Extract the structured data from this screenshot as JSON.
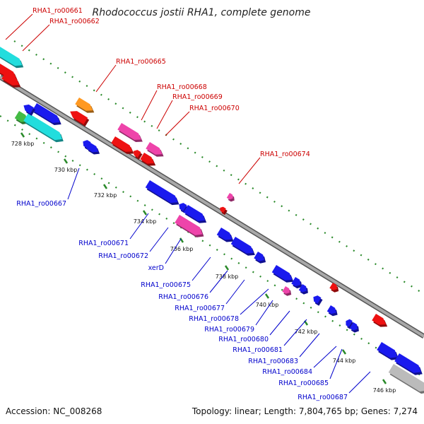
{
  "title": "Rhodococcus jostii RHA1, complete genome",
  "footer": {
    "accession": "Accession: NC_008268",
    "summary": "Topology: linear; Length: 7,804,765 bp; Genes: 7,274"
  },
  "colors": {
    "backbone": "#8c8c8c",
    "tick_dots": "#2a8a2a",
    "top_label": "#cc0000",
    "bottom_label": "#0000cc",
    "red": "#ee1111",
    "blue": "#1a1aee",
    "cyan": "#22dddd",
    "magenta": "#ee44aa",
    "orange": "#ff9922",
    "green": "#44bb44",
    "grey": "#bbbbbb"
  },
  "ticks": [
    "728 kbp",
    "730 kbp",
    "732 kbp",
    "734 kbp",
    "736 kbp",
    "738 kbp",
    "740 kbp",
    "742 kbp",
    "744 kbp",
    "746 kbp"
  ],
  "top_labels": [
    "RHA1_ro00661",
    "RHA1_ro00662",
    "RHA1_ro00665",
    "RHA1_ro00668",
    "RHA1_ro00669",
    "RHA1_ro00670",
    "RHA1_ro00674"
  ],
  "bottom_labels": [
    "RHA1_ro00667",
    "RHA1_ro00671",
    "RHA1_ro00672",
    "xerD",
    "RHA1_ro00675",
    "RHA1_ro00676",
    "RHA1_ro00677",
    "RHA1_ro00678",
    "RHA1_ro00679",
    "RHA1_ro00680",
    "RHA1_ro00681",
    "RHA1_ro00683",
    "RHA1_ro00684",
    "RHA1_ro00685",
    "RHA1_ro00687"
  ]
}
